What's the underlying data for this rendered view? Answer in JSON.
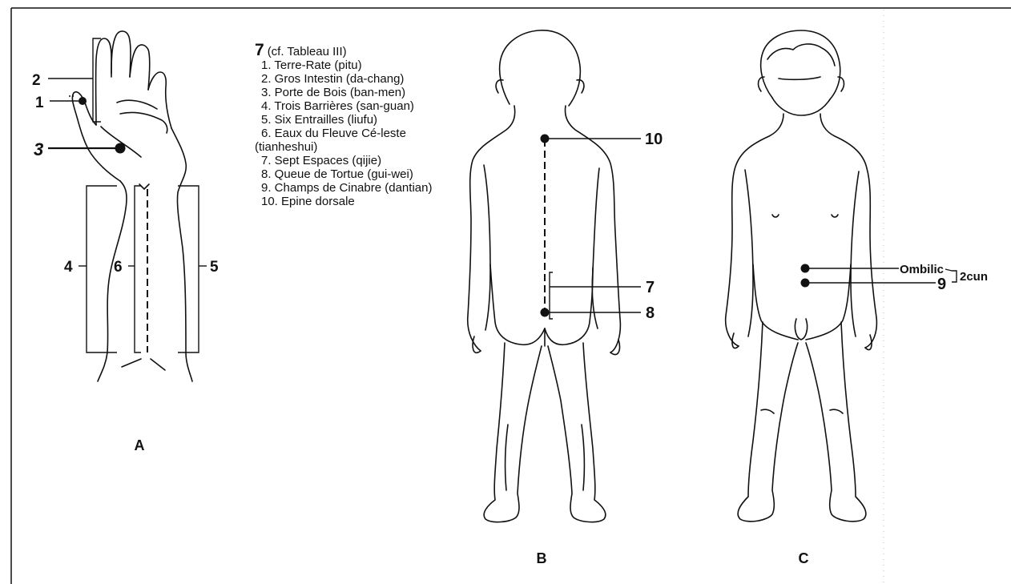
{
  "legend": {
    "number": "7",
    "reference": "(cf. Tableau III)",
    "items": [
      "1. Terre-Rate (pitu)",
      "2. Gros Intestin (da-chang)",
      "3. Porte de Bois (ban-men)",
      "4. Trois Barrières (san-guan)",
      "5. Six Entrailles (liufu)",
      "6. Eaux du Fleuve Cé-leste (tianheshui)",
      "7. Sept Espaces (qijie)",
      "8. Queue de Tortue (gui-wei)",
      "9. Champs de Cinabre (dantian)",
      "10. Epine dorsale"
    ]
  },
  "figure_a": {
    "caption": "A",
    "labels": {
      "p1": "1",
      "p2": "2",
      "p3": "3",
      "p4": "4",
      "p5": "5",
      "p6": "6"
    }
  },
  "figure_b": {
    "caption": "B",
    "labels": {
      "p7": "7",
      "p8": "8",
      "p10": "10"
    }
  },
  "figure_c": {
    "caption": "C",
    "labels": {
      "ombilic": "Ombilic",
      "p9": "9",
      "distance": "2cun"
    }
  }
}
